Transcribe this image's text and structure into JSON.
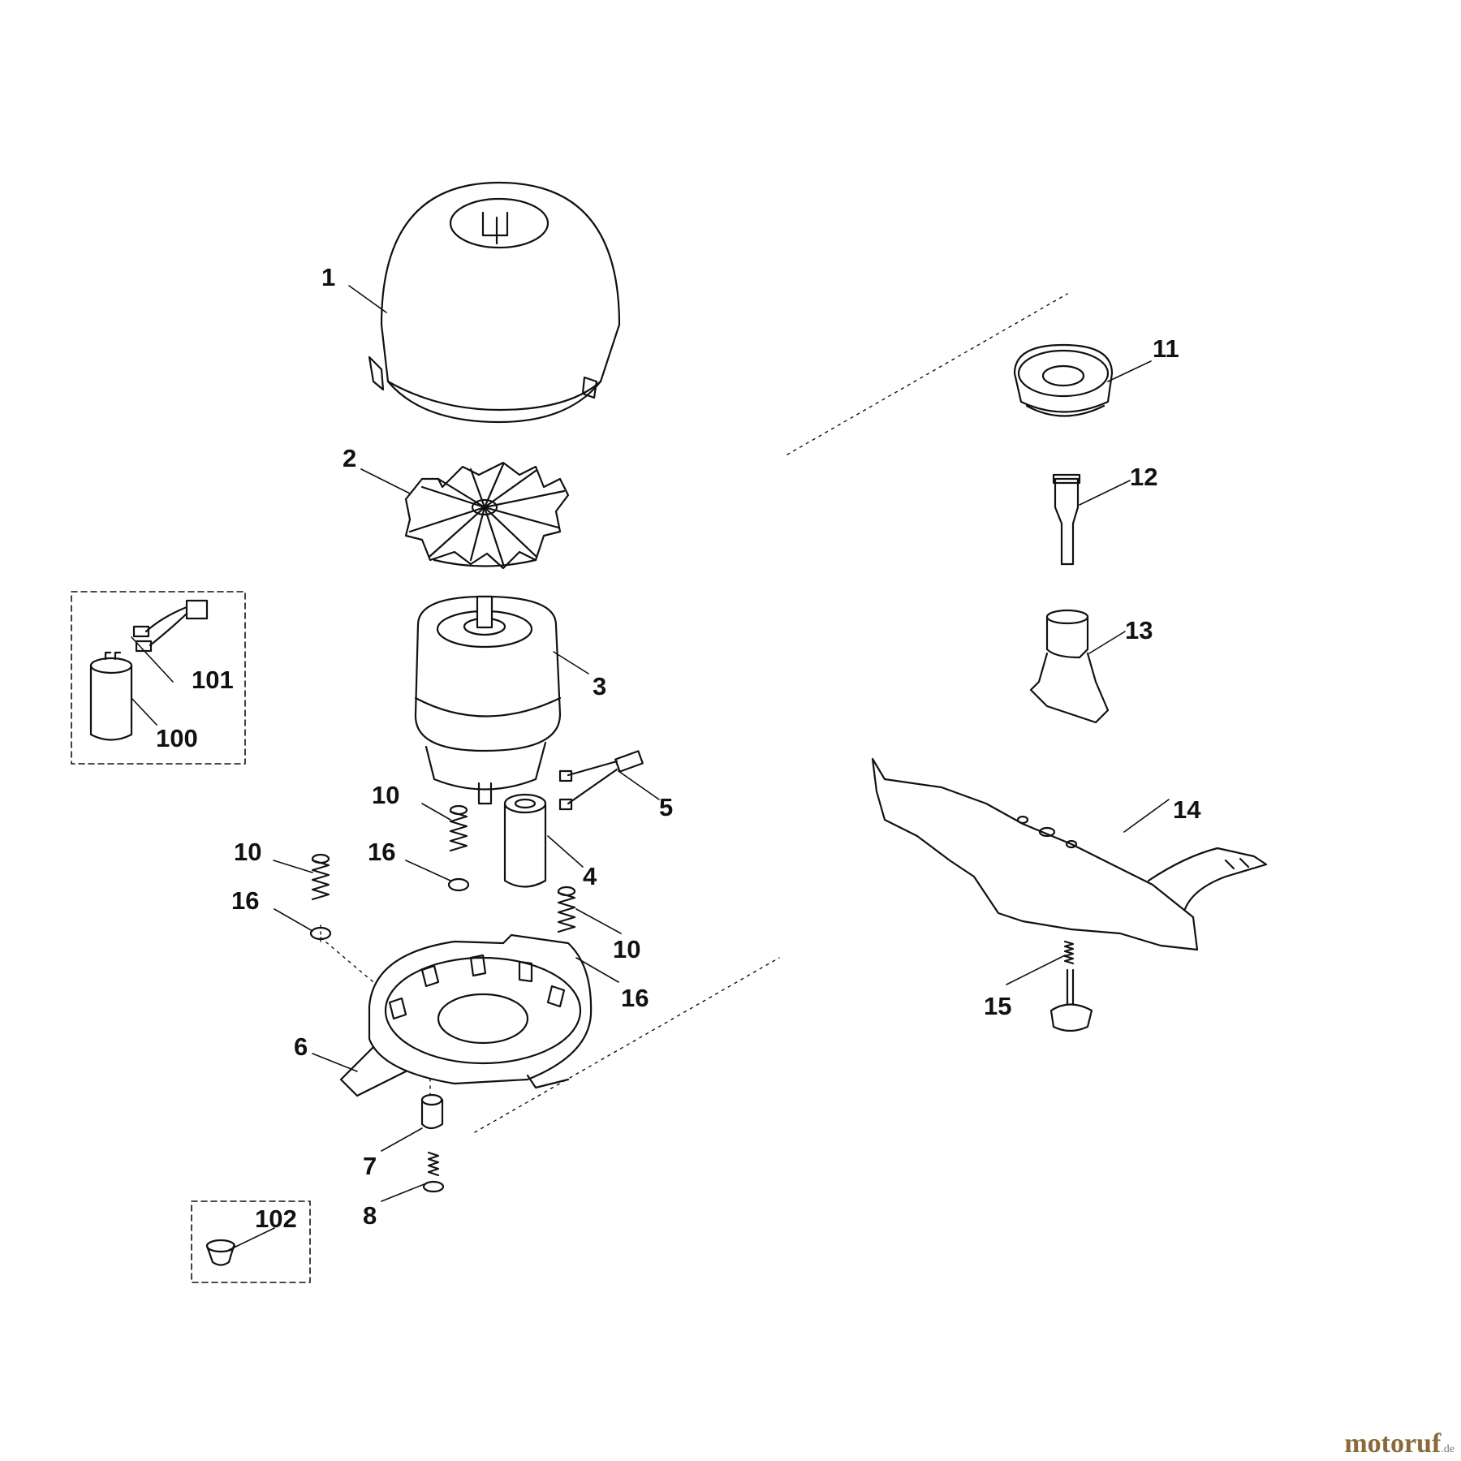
{
  "labels": {
    "p1": "1",
    "p2": "2",
    "p3": "3",
    "p4": "4",
    "p5": "5",
    "p6": "6",
    "p7": "7",
    "p8": "8",
    "p10a": "10",
    "p10b": "10",
    "p10c": "10",
    "p11": "11",
    "p12": "12",
    "p13": "13",
    "p14": "14",
    "p15": "15",
    "p16a": "16",
    "p16b": "16",
    "p16c": "16",
    "p100": "100",
    "p101": "101",
    "p102": "102"
  },
  "watermark": {
    "brand": "motoruf",
    "suffix": ".de"
  }
}
